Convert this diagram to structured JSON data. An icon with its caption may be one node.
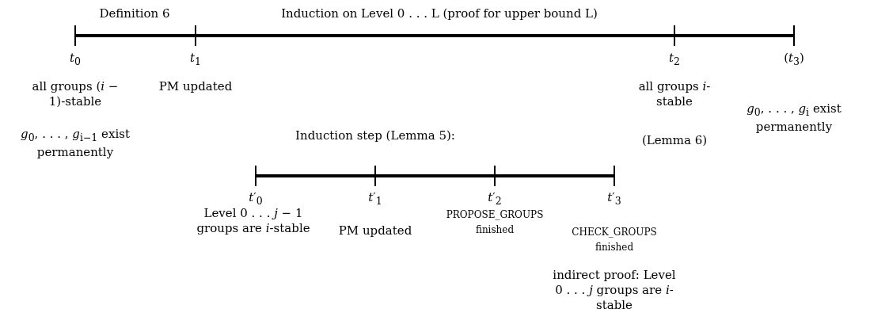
{
  "diagram": {
    "labels": [
      "Definition 6",
      "Induction on Level 0 . . . L (proof for upper bound L)",
      "*t*$_{0}$",
      "*t*$_{1}$",
      "*t*$_{2}$",
      "(*t*$_{3}$)",
      "all groups (*i* − 1)-stable",
      "PM updated",
      "all groups *i*-stable",
      "*g*$_{0}$, . . . , *g*$_{i}$ exist permanently",
      "Induction step (Lemma 5):",
      "(Lemma 6)",
      "*g*$_{0}$, . . . , *g*$_{i−1}$ exist permanently",
      "*t*′$_{0}$",
      "*t*′$_{1}$",
      "*t*′$_{2}$",
      "*t*′$_{3}$",
      "Level 0 . . . *j* − 1 groups are *i*-stable",
      "PM updated",
      "PROPOSE_GROUPS finished",
      "CHECK_GROUPS finished",
      "indirect proof: Level 0 . . . *j* groups are *i*-stable"
    ]
  }
}
